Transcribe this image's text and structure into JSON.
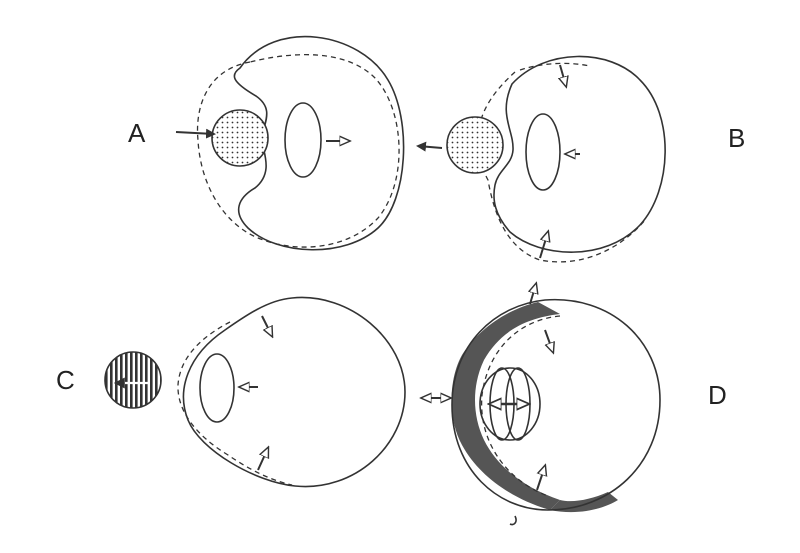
{
  "panels": [
    {
      "id": "A",
      "label": "A"
    },
    {
      "id": "B",
      "label": "B"
    },
    {
      "id": "C",
      "label": "C"
    },
    {
      "id": "D",
      "label": "D"
    }
  ],
  "colors": {
    "line": "#333333",
    "background": "#ffffff",
    "shade": "#555555"
  }
}
